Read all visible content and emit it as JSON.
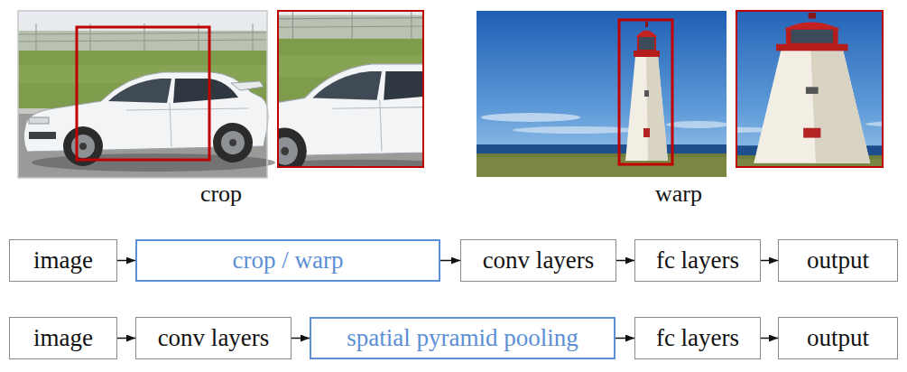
{
  "diagram": {
    "nodes": [
      {
        "text": [
          "image"
        ]
      },
      {
        "text": [
          "crop / warp"
        ]
      },
      {
        "text": [
          "conv layers"
        ]
      },
      {
        "text": [
          "fc layers"
        ]
      },
      {
        "text": [
          "output"
        ]
      },
      {
        "text": [
          "image"
        ]
      },
      {
        "text": [
          "conv layers"
        ]
      },
      {
        "text": [
          "spatial pyramid pooling"
        ]
      },
      {
        "text": [
          "fc layers"
        ]
      },
      {
        "text": [
          "output"
        ]
      }
    ],
    "edges": [
      {
        "from": 0,
        "to": 1,
        "arrow": "to"
      },
      {
        "from": 1,
        "to": 2,
        "arrow": "to"
      },
      {
        "from": 2,
        "to": 3,
        "arrow": "to"
      },
      {
        "from": 3,
        "to": 4,
        "arrow": "to"
      },
      {
        "from": 5,
        "to": 6,
        "arrow": "to"
      },
      {
        "from": 6,
        "to": 7,
        "arrow": "to"
      },
      {
        "from": 7,
        "to": 8,
        "arrow": "to"
      },
      {
        "from": 8,
        "to": 9,
        "arrow": "to"
      }
    ],
    "labels": [
      "crop",
      "warp"
    ]
  }
}
